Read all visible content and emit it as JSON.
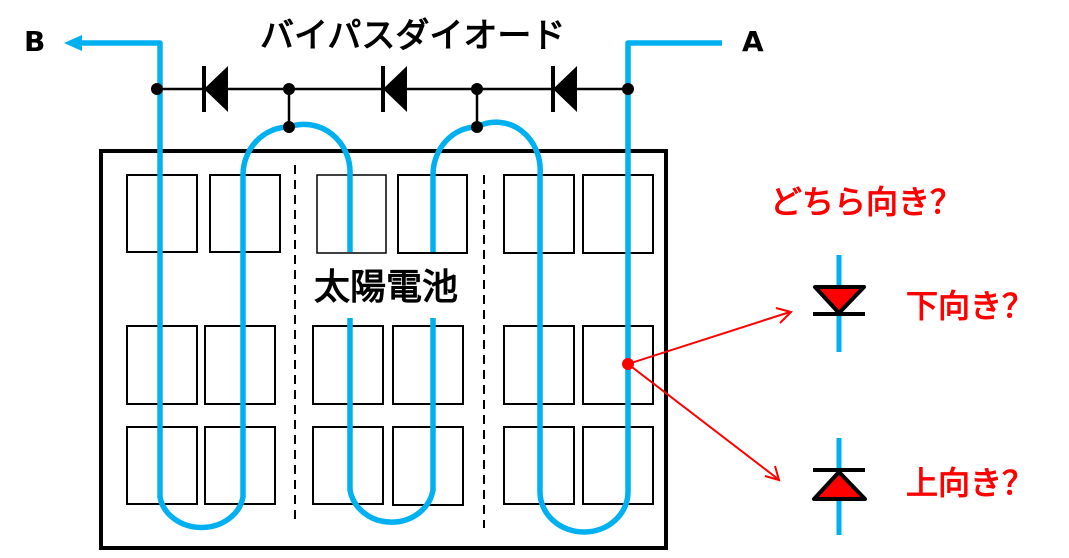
{
  "title": "バイパスダイオード",
  "terminals": {
    "a": "A",
    "b": "B"
  },
  "panel_label": "太陽電池",
  "question": "どちら向き？",
  "options": [
    {
      "id": "down",
      "label": "下向き？",
      "diode_direction": "down"
    },
    {
      "id": "up",
      "label": "上向き？",
      "diode_direction": "up"
    }
  ],
  "bypass_diodes": [
    {
      "index": 1,
      "direction": "left"
    },
    {
      "index": 2,
      "direction": "left"
    },
    {
      "index": 3,
      "direction": "left"
    }
  ],
  "cell_grid": {
    "groups": 3,
    "columns_per_group": 2,
    "rows": 3
  },
  "colors": {
    "wire": "#00b0f0",
    "question_text": "#ff0000",
    "diode_fill_question": "#ff0000",
    "lines": "#000000",
    "probe": "#ff0000"
  }
}
